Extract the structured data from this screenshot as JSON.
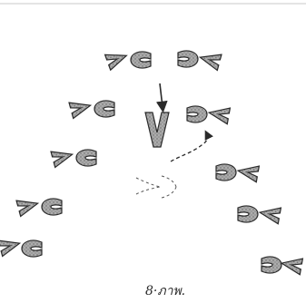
{
  "figure": {
    "caption": "8·ภาพ.",
    "shapes": [
      {
        "name": "row1-left",
        "kind": "open-right"
      },
      {
        "name": "row1-right",
        "kind": "open-left"
      },
      {
        "name": "row2-left",
        "kind": "open-right"
      },
      {
        "name": "row2-center",
        "kind": "v"
      },
      {
        "name": "row2-right",
        "kind": "open-left"
      },
      {
        "name": "row3-left",
        "kind": "open-right"
      },
      {
        "name": "row3-right",
        "kind": "open-left"
      },
      {
        "name": "row4-left",
        "kind": "open-right"
      },
      {
        "name": "row4-right",
        "kind": "open-left"
      },
      {
        "name": "row5-left",
        "kind": "open-right"
      },
      {
        "name": "row5-right",
        "kind": "open-left"
      }
    ],
    "arrows": [
      {
        "name": "down-arrow",
        "style": "solid"
      },
      {
        "name": "curved-arrow",
        "style": "dashed"
      }
    ],
    "colors": {
      "ink": "#2a2a2a",
      "fill": "#9a9a9a"
    }
  }
}
